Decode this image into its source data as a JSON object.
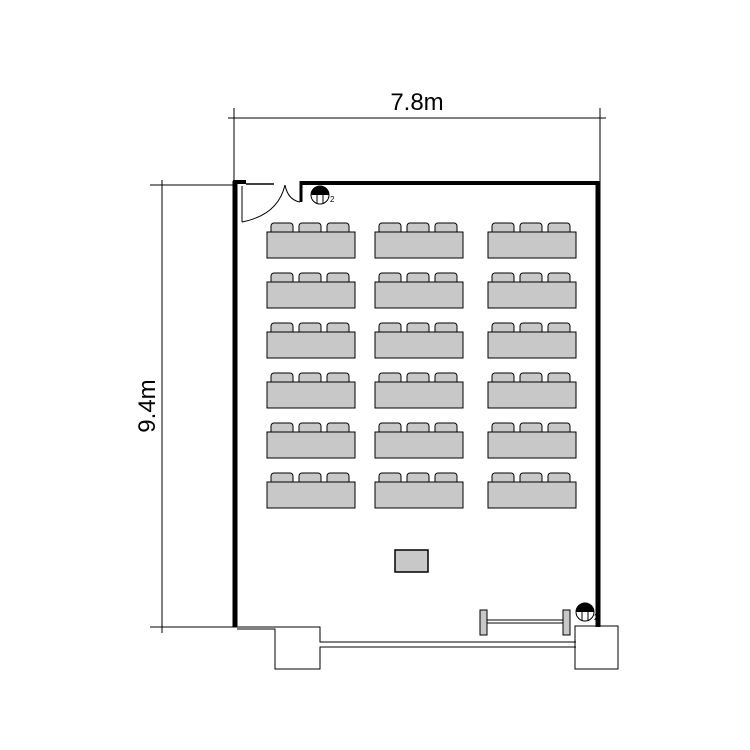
{
  "dimensions": {
    "width_label": "7.8m",
    "height_label": "9.4m"
  },
  "layout": {
    "desk_rows": 6,
    "desk_columns": 3,
    "seats_per_desk": 3
  },
  "outlets": [
    {
      "label": "2"
    },
    {
      "label": "2"
    }
  ],
  "colors": {
    "furniture_fill": "#c8c8c8",
    "wall": "#000000"
  }
}
